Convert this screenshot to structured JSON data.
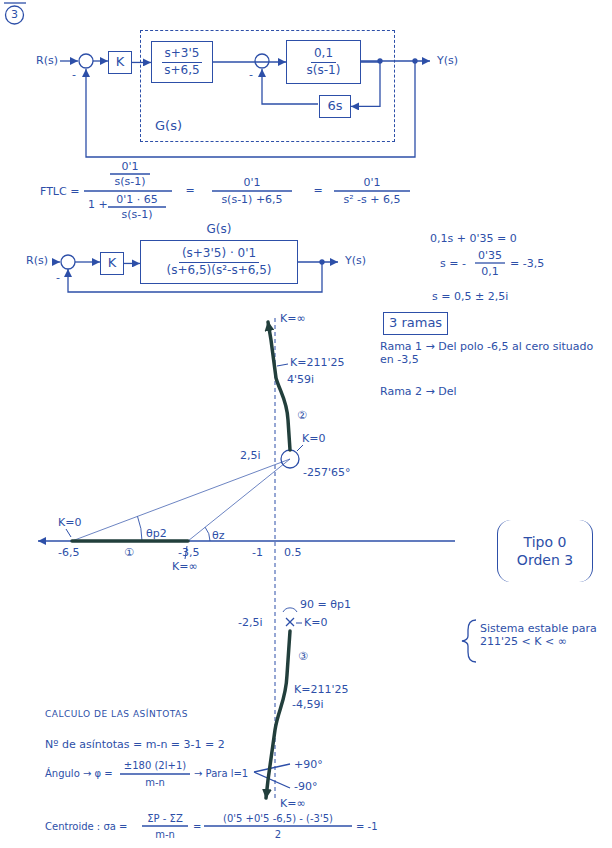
{
  "diagram": {
    "nodes": [
      {
        "text": [
          "K"
        ]
      },
      {
        "text": [
          "G(s)"
        ]
      },
      {
        "text": [
          "s+3'5",
          "s+6,5"
        ],
        "in": 1
      },
      {
        "text": [
          "0,1",
          "s(s-1)"
        ],
        "in": 1
      },
      {
        "text": [
          "6s"
        ],
        "in": 1
      },
      {
        "text": [
          "K"
        ]
      },
      {
        "text": [
          "G(s)",
          "(s+3'5) · 0'1",
          "(s+6,5)(s²-s+6,5)"
        ]
      },
      {
        "text": [
          "3 ramas"
        ]
      },
      {
        "text": [
          "Tipo 0",
          "Orden 3"
        ]
      }
    ],
    "edges": [
      {
        "from": 0,
        "to": 2,
        "arrow": "to"
      },
      {
        "from": 2,
        "to": 3,
        "arrow": "to"
      },
      {
        "from": 3,
        "to": 4,
        "arrow": "to"
      },
      {
        "from": 5,
        "to": 6,
        "arrow": "to"
      }
    ],
    "labels": [
      "3",
      "R(s)",
      "-",
      "-",
      "Y(s)",
      "FTLC =",
      "0'1",
      "s(s-1)",
      "1 +",
      "0'1 · 65",
      "s(s-1)",
      "=",
      "0'1",
      "s(s-1) +6,5",
      "=",
      "0'1",
      "s² -s + 6,5",
      "0,1s + 0'35 = 0",
      "s = -",
      "0'35",
      "0,1",
      "= -3,5",
      "R(s)",
      "-",
      "Y(s)",
      "s = 0,5 ± 2,5i",
      "Rama 1 → Del polo -6,5 al cero situado en -3,5",
      "Rama 2 → Del",
      "K=∞",
      "K=211'25",
      "4'59i",
      "②",
      "K=0",
      "2,5i",
      "-257'65°",
      "K=0",
      "θp2",
      "θz",
      "-6,5",
      "①",
      "-3,5",
      "K=∞",
      "-1",
      "0.5",
      "-2,5i",
      "90 = θp1",
      "K=0",
      "③",
      "K=211'25",
      "-4,59i",
      "K=∞",
      "Sistema estable para 211'25 < K < ∞",
      "CALCULO DE LAS ASÍNTOTAS",
      "Nº de asíntotas = m-n = 3-1 = 2",
      "Ángulo → φ =",
      "±180 (2l+1)",
      "m-n",
      "→ Para l=1",
      "+90°",
      "-90°",
      "Centroide : σa =",
      "ΣP - ΣZ",
      "m-n",
      "=",
      "(0'5 +0'5 -6,5) - (-3'5)",
      "2",
      "= -1"
    ]
  }
}
